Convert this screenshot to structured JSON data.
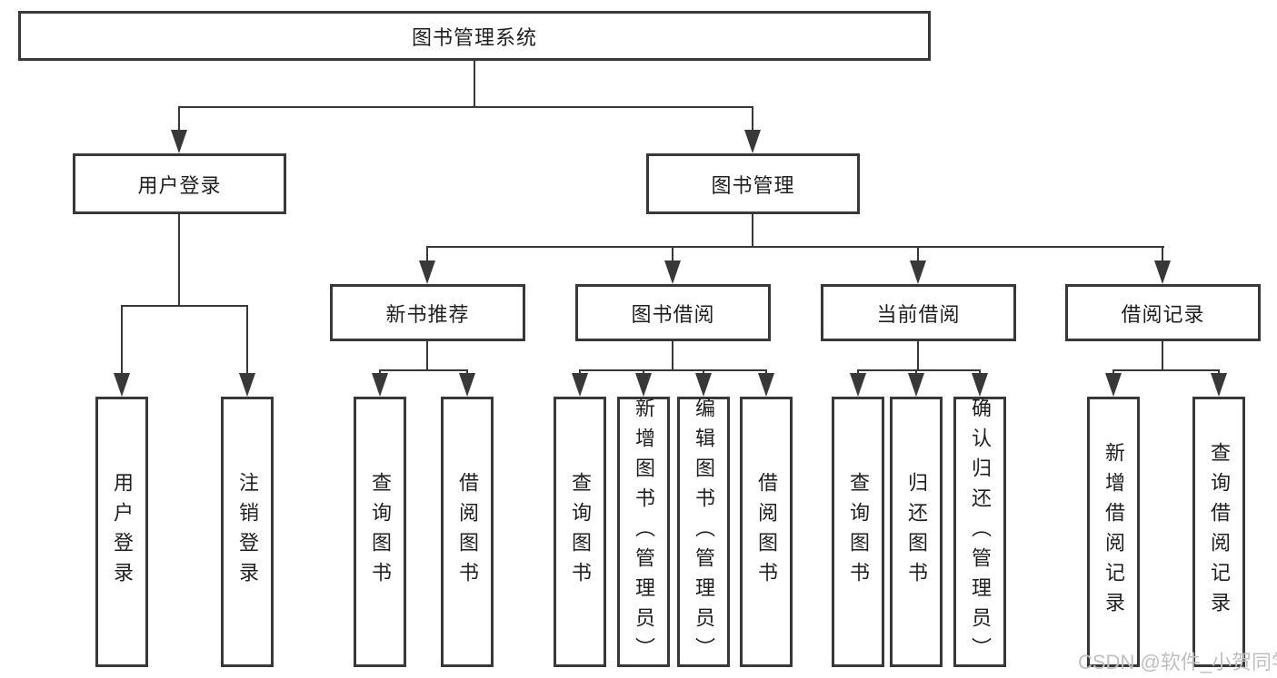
{
  "diagram": {
    "root": {
      "label": "图书管理系统"
    },
    "level2": [
      {
        "label": "用户登录",
        "leaves": [
          {
            "label": "用户登录"
          },
          {
            "label": "注销登录"
          }
        ]
      },
      {
        "label": "图书管理",
        "sections": [
          {
            "label": "新书推荐",
            "leaves": [
              {
                "label": "查询图书"
              },
              {
                "label": "借阅图书"
              }
            ]
          },
          {
            "label": "图书借阅",
            "leaves": [
              {
                "label": "查询图书"
              },
              {
                "label": "新增图书（管理员）"
              },
              {
                "label": "编辑图书（管理员）"
              },
              {
                "label": "借阅图书"
              }
            ]
          },
          {
            "label": "当前借阅",
            "leaves": [
              {
                "label": "查询图书"
              },
              {
                "label": "归还图书"
              },
              {
                "label": "确认归还（管理员）"
              }
            ]
          },
          {
            "label": "借阅记录",
            "leaves": [
              {
                "label": "新增借阅记录"
              },
              {
                "label": "查询借阅记录"
              }
            ]
          }
        ]
      }
    ]
  },
  "colors": {
    "line": "#383838",
    "text": "#1f1f1f",
    "box_background": "#ffffff",
    "watermark": "#bfbfbf"
  },
  "watermark": {
    "text": "CSDN @软件_小贺同学"
  }
}
